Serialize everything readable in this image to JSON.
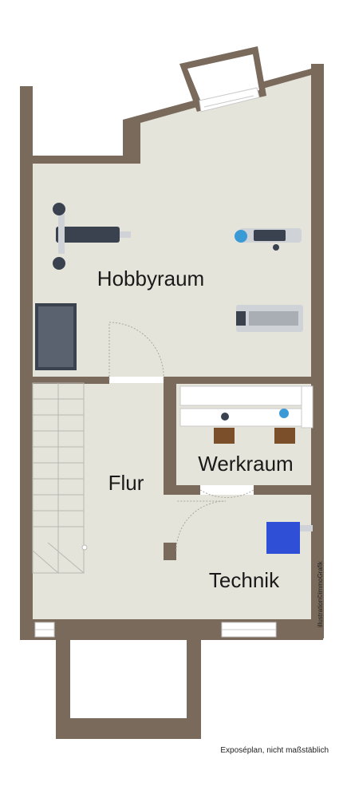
{
  "rooms": {
    "hobbyraum": "Hobbyraum",
    "flur": "Flur",
    "werkraum": "Werkraum",
    "technik": "Technik"
  },
  "footer_note": "Exposéplan, nicht maßstäblich",
  "credit": "illustration©immoGrafik",
  "colors": {
    "wall": "#7a6a5c",
    "floor": "#e5e4da",
    "window": "#ffffff",
    "door_arc": "#a8a8a0",
    "stair_line": "#b8b8b4",
    "boiler": "#2f4fd6",
    "equipment_dark": "#3a4250",
    "equipment_light": "#cfd3d8",
    "wood": "#7a4f2a"
  }
}
